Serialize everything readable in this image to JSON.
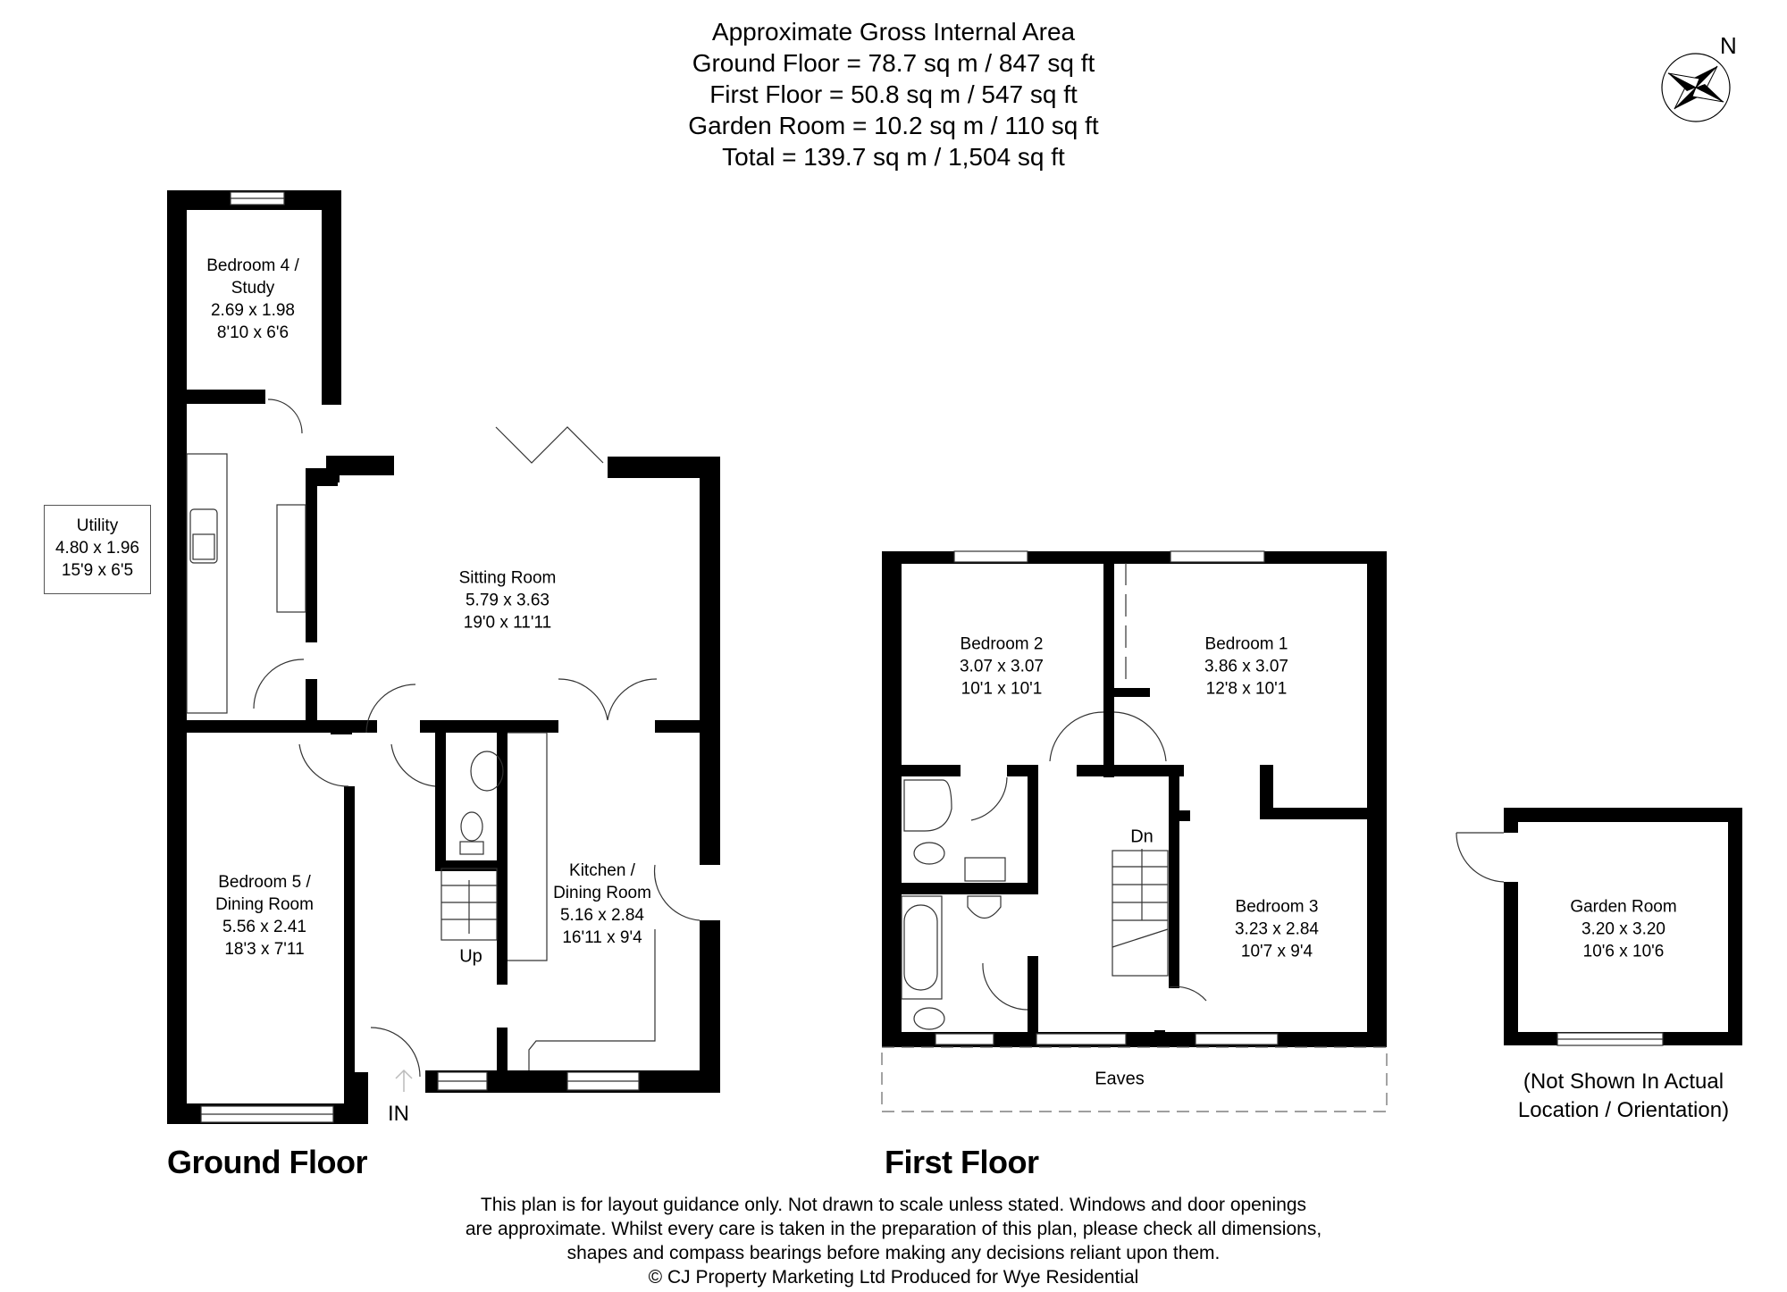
{
  "header": {
    "title": "Approximate Gross Internal Area",
    "lines": [
      "Ground Floor = 78.7 sq m / 847 sq ft",
      "First Floor = 50.8 sq m / 547 sq ft",
      "Garden Room = 10.2 sq m / 110 sq ft",
      "Total = 139.7 sq m / 1,504 sq ft"
    ]
  },
  "compass": {
    "icon": "compass-rose-icon",
    "label": "N"
  },
  "ground_floor": {
    "title": "Ground Floor",
    "rooms": [
      {
        "name": "Bedroom 4 /",
        "name2": "Study",
        "metric": "2.69 x 1.98",
        "imperial": "8'10 x 6'6"
      },
      {
        "name": "Utility",
        "metric": "4.80 x 1.96",
        "imperial": "15'9 x 6'5"
      },
      {
        "name": "Sitting Room",
        "metric": "5.79 x 3.63",
        "imperial": "19'0 x 11'11"
      },
      {
        "name": "Bedroom 5 /",
        "name2": "Dining Room",
        "metric": "5.56 x 2.41",
        "imperial": "18'3 x 7'11"
      },
      {
        "name": "Kitchen /",
        "name2": "Dining Room",
        "metric": "5.16 x 2.84",
        "imperial": "16'11 x 9'4"
      }
    ],
    "stairs_label": "Up",
    "entrance_label": "IN"
  },
  "first_floor": {
    "title": "First Floor",
    "rooms": [
      {
        "name": "Bedroom 2",
        "metric": "3.07 x 3.07",
        "imperial": "10'1 x 10'1"
      },
      {
        "name": "Bedroom 1",
        "metric": "3.86 x 3.07",
        "imperial": "12'8 x 10'1"
      },
      {
        "name": "Bedroom 3",
        "metric": "3.23 x 2.84",
        "imperial": "10'7 x 9'4"
      }
    ],
    "stairs_label": "Dn",
    "eaves_label": "Eaves"
  },
  "garden_room": {
    "name": "Garden Room",
    "metric": "3.20 x 3.20",
    "imperial": "10'6 x 10'6",
    "note_line1": "(Not Shown In Actual",
    "note_line2": "Location / Orientation)"
  },
  "disclaimer": {
    "lines": [
      "This plan is for layout guidance only. Not drawn to scale unless stated. Windows and door openings",
      "are approximate. Whilst every care is taken in the preparation of this plan, please check all dimensions,",
      "shapes and compass bearings before making any decisions reliant upon them.",
      "© CJ Property Marketing Ltd Produced for Wye Residential"
    ]
  },
  "colors": {
    "wall": "#000000",
    "background": "#ffffff",
    "fixture": "#444444",
    "eaves_dash": "#666666"
  }
}
